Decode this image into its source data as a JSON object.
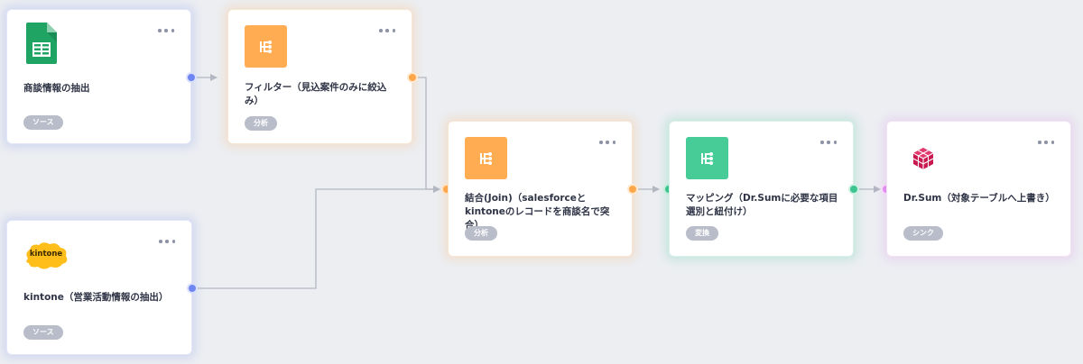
{
  "colors": {
    "source": "#6f86f2",
    "analysis": "#ffac52",
    "transform": "#47cc98",
    "sink": "#e291ef",
    "badge_bg": "#b9bdca",
    "canvas_bg": "#eceef2"
  },
  "nodes": {
    "sheets": {
      "icon": "google-sheets-icon",
      "title": "商談情報の抽出",
      "badge": "ソース"
    },
    "filter": {
      "icon": "branch-flow-icon",
      "title": "フィルター（見込案件のみに絞込み）",
      "badge": "分析"
    },
    "kintone": {
      "icon": "kintone-logo",
      "logo_text": "kintone",
      "title": "kintone（営業活動情報の抽出）",
      "badge": "ソース"
    },
    "join": {
      "icon": "branch-flow-icon",
      "title": "結合(Join)（salesforceとkintoneのレコードを商談名で突合）",
      "badge": "分析"
    },
    "mapping": {
      "icon": "branch-flow-icon",
      "title": "マッピング（Dr.Sumに必要な項目選別と紐付け）",
      "badge": "変換"
    },
    "drsum": {
      "icon": "drsum-cube-icon",
      "title": "Dr.Sum（対象テーブルへ上書き）",
      "badge": "シンク"
    }
  }
}
